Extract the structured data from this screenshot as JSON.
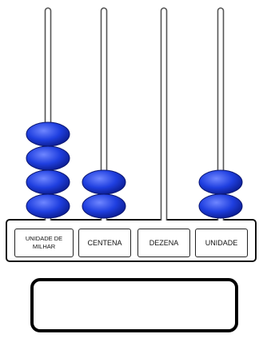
{
  "abacus": {
    "rods": [
      {
        "label": "UNIDADE DE MILHAR",
        "beads": 4
      },
      {
        "label": "CENTENA",
        "beads": 2
      },
      {
        "label": "DEZENA",
        "beads": 0
      },
      {
        "label": "UNIDADE",
        "beads": 2
      }
    ],
    "bead_color": "#1f3fe0",
    "answer_value": ""
  }
}
